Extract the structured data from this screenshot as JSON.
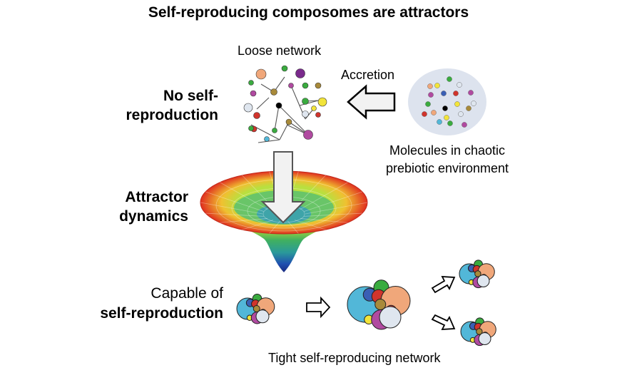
{
  "title": "Self-reproducing composomes are attractors",
  "labels": {
    "loose_network": "Loose network",
    "accretion": "Accretion",
    "molecules_line1": "Molecules in chaotic",
    "molecules_line2": "prebiotic environment",
    "no_self_line1": "No self-",
    "no_self_line2": "reproduction",
    "attractor_line1": "Attractor",
    "attractor_line2": "dynamics",
    "capable_line1": "Capable of",
    "capable_line2": "self-reproduction",
    "tight_network": "Tight self-reproducing network"
  },
  "colors": {
    "cyan": "#52b7d8",
    "orange": "#f0a77a",
    "green": "#3aab3f",
    "red": "#d0342c",
    "olive": "#a88a3a",
    "magenta": "#b04aa0",
    "light": "#dfe6ef",
    "yellow": "#f2e43a",
    "blue": "#3a5fb5",
    "purple": "#7a2a8c",
    "dish": "#dde3ee",
    "arrow_fill": "#f2f2f2"
  }
}
